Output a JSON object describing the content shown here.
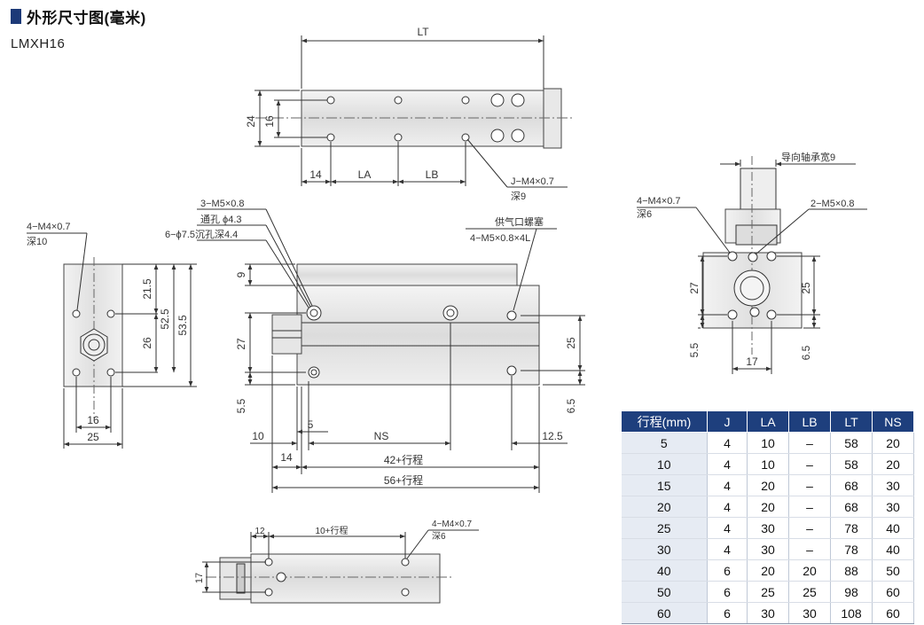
{
  "header": {
    "title": "外形尺寸图(毫米)",
    "model": "LMXH16"
  },
  "top_view": {
    "dim_lt": "LT",
    "dim_24": "24",
    "dim_16": "16",
    "dim_14": "14",
    "dim_la": "LA",
    "dim_lb": "LB",
    "callout_j_thread": "J−M4×0.7",
    "callout_j_depth": "深9"
  },
  "left_end_view": {
    "callout_thread": "4−M4×0.7",
    "callout_depth": "深10",
    "dim_21_5": "21.5",
    "dim_52_5": "52.5",
    "dim_53_5": "53.5",
    "dim_26": "26",
    "dim_16": "16",
    "dim_25": "25"
  },
  "front_view": {
    "callout_m5": "3−M5×0.8",
    "callout_through": "通孔 ϕ4.3",
    "callout_counterbore": "6−ϕ7.5沉孔深4.4",
    "callout_port": "供气口螺塞",
    "callout_port_spec": "4−M5×0.8×4L",
    "dim_9": "9",
    "dim_27": "27",
    "dim_5_5": "5.5",
    "dim_25": "25",
    "dim_6_5": "6.5",
    "dim_10": "10",
    "dim_5": "5",
    "dim_ns": "NS",
    "dim_12_5": "12.5",
    "dim_14": "14",
    "dim_42": "42+行程",
    "dim_56": "56+行程"
  },
  "right_end_view": {
    "callout_guide": "导向轴承宽9",
    "callout_thread": "4−M4×0.7",
    "callout_depth": "深6",
    "callout_m5": "2−M5×0.8",
    "dim_27": "27",
    "dim_25": "25",
    "dim_5_5": "5.5",
    "dim_17": "17",
    "dim_6_5": "6.5"
  },
  "bottom_view": {
    "dim_12": "12",
    "dim_10": "10+行程",
    "callout_thread": "4−M4×0.7",
    "callout_depth": "深6",
    "dim_17": "17"
  },
  "table": {
    "headers": [
      "行程(mm)",
      "J",
      "LA",
      "LB",
      "LT",
      "NS"
    ],
    "rows": [
      [
        "5",
        "4",
        "10",
        "–",
        "58",
        "20"
      ],
      [
        "10",
        "4",
        "10",
        "–",
        "58",
        "20"
      ],
      [
        "15",
        "4",
        "20",
        "–",
        "68",
        "30"
      ],
      [
        "20",
        "4",
        "20",
        "–",
        "68",
        "30"
      ],
      [
        "25",
        "4",
        "30",
        "–",
        "78",
        "40"
      ],
      [
        "30",
        "4",
        "30",
        "–",
        "78",
        "40"
      ],
      [
        "40",
        "6",
        "20",
        "20",
        "88",
        "50"
      ],
      [
        "50",
        "6",
        "25",
        "25",
        "98",
        "60"
      ],
      [
        "60",
        "6",
        "30",
        "30",
        "108",
        "60"
      ]
    ]
  },
  "colors": {
    "table_header": "#1e3f7d",
    "row_label_bg": "#e6ebf3",
    "title_marker": "#1d3a78"
  }
}
